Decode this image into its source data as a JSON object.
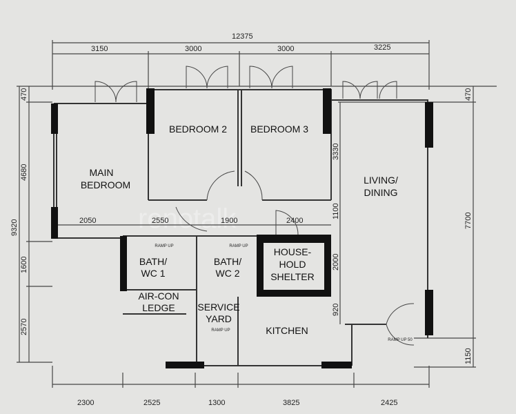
{
  "rooms": {
    "main_bedroom": [
      "MAIN",
      "BEDROOM"
    ],
    "bedroom2": "BEDROOM 2",
    "bedroom3": "BEDROOM 3",
    "living": [
      "LIVING/",
      "DINING"
    ],
    "bath1": [
      "BATH/",
      "WC 1"
    ],
    "bath2": [
      "BATH/",
      "WC 2"
    ],
    "shelter": [
      "HOUSE-",
      "HOLD",
      "SHELTER"
    ],
    "aircon": [
      "AIR-CON",
      "LEDGE"
    ],
    "service": [
      "SERVICE",
      "YARD"
    ],
    "kitchen": "KITCHEN"
  },
  "annotations": {
    "ramp_up": "RAMP UP",
    "ramp_up_entry": "RAMP UP 50"
  },
  "dimensions": {
    "top_total": "12375",
    "top": [
      "3150",
      "3000",
      "3000",
      "3225"
    ],
    "bottom": [
      "2300",
      "2525",
      "1300",
      "3825",
      "2425"
    ],
    "inner": [
      "2050",
      "2550",
      "1900",
      "2400"
    ],
    "left_total": "9320",
    "left": [
      "470",
      "4680",
      "1600",
      "2570"
    ],
    "right_total": "7700",
    "right_outer": [
      "470",
      "1150"
    ],
    "right_inner": [
      "3330",
      "1100",
      "2000",
      "920"
    ]
  },
  "colors": {
    "paper": "#e4e4e2",
    "ink": "#111111"
  }
}
